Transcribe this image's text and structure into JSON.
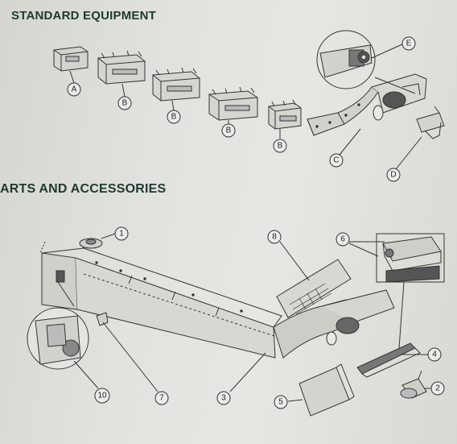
{
  "sections": {
    "standard_equipment": "STANDARD EQUIPMENT",
    "parts_accessories": "ARTS AND ACCESSORIES"
  },
  "callouts": {
    "standard": [
      "A",
      "B",
      "B",
      "B",
      "B",
      "C",
      "D",
      "E"
    ],
    "parts": [
      "1",
      "2",
      "3",
      "4",
      "5",
      "6",
      "7",
      "8",
      "10"
    ]
  },
  "colors": {
    "heading": "#1d3a2e",
    "line": "#333333",
    "paper": "#e2e2de"
  }
}
